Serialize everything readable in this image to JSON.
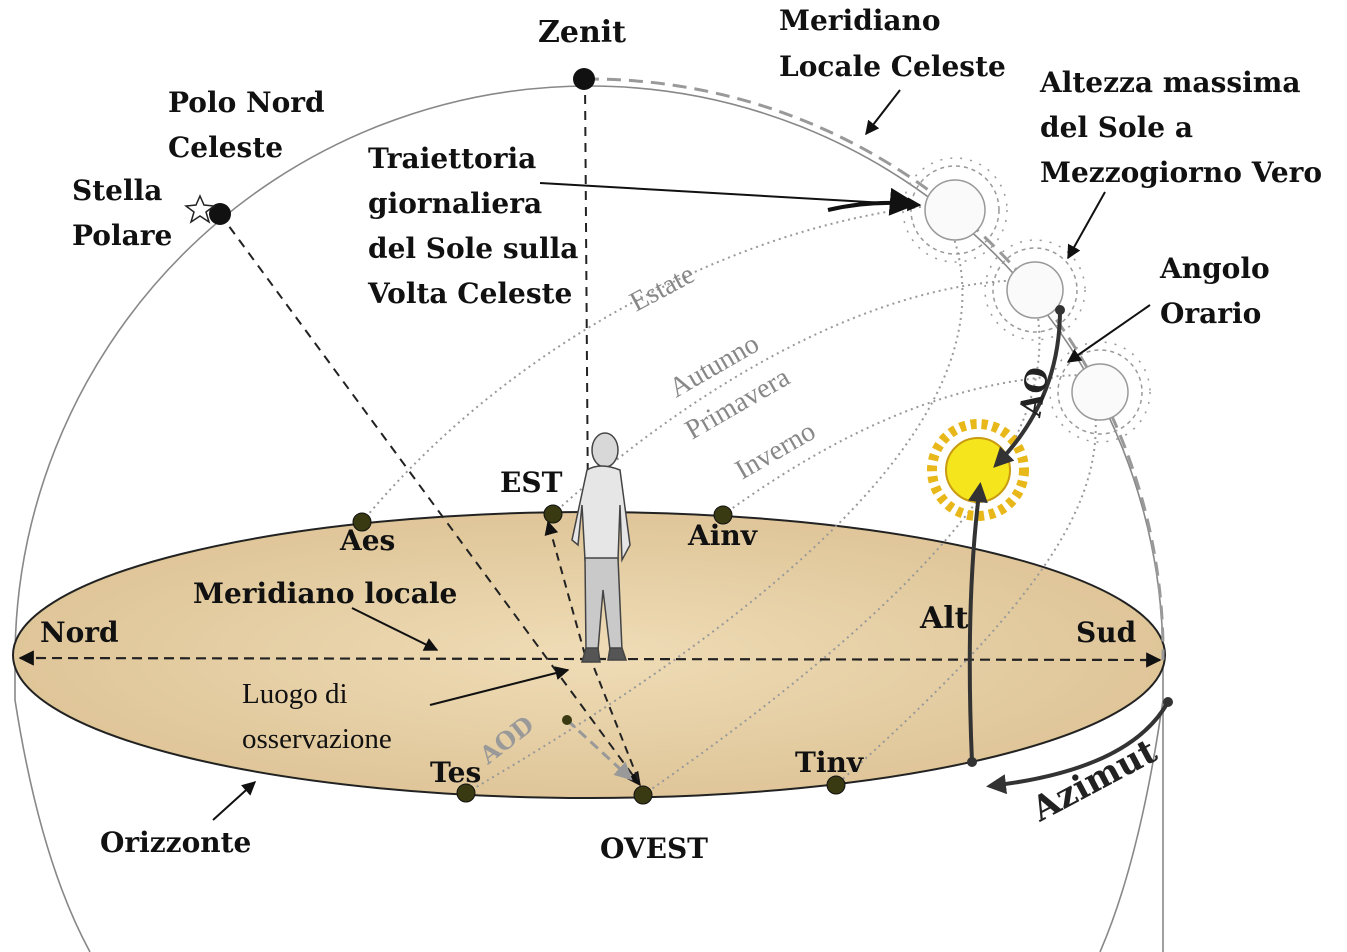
{
  "labels": {
    "zenit": "Zenit",
    "meridiano_celeste_1": "Meridiano",
    "meridiano_celeste_2": "Locale Celeste",
    "altezza_1": "Altezza massima",
    "altezza_2": "del Sole a",
    "altezza_3": "Mezzogiorno Vero",
    "polo_1": "Polo Nord",
    "polo_2": "Celeste",
    "stella_1": "Stella",
    "stella_2": "Polare",
    "traiettoria_1": "Traiettoria",
    "traiettoria_2": "giornaliera",
    "traiettoria_3": "del Sole sulla",
    "traiettoria_4": "Volta Celeste",
    "angolo_1": "Angolo",
    "angolo_2": "Orario",
    "estate": "Estate",
    "autunno": "Autunno",
    "primavera": "Primavera",
    "inverno": "Inverno",
    "ao": "AO",
    "est": "EST",
    "aes": "Aes",
    "ainv": "Ainv",
    "meridiano_locale": "Meridiano locale",
    "nord": "Nord",
    "sud": "Sud",
    "alt": "Alt",
    "luogo_1": "Luogo di",
    "luogo_2": "osservazione",
    "aod": "AOD",
    "tes": "Tes",
    "tinv": "Tinv",
    "azimut": "Azimut",
    "orizzonte": "Orizzonte",
    "ovest": "OVEST"
  },
  "colors": {
    "horizon_fill": "#e8d2a8",
    "horizon_edge": "#222222",
    "sun_fill": "#f5e51c",
    "sun_rays": "#e8b81a",
    "point_fill": "#3a3a12"
  }
}
